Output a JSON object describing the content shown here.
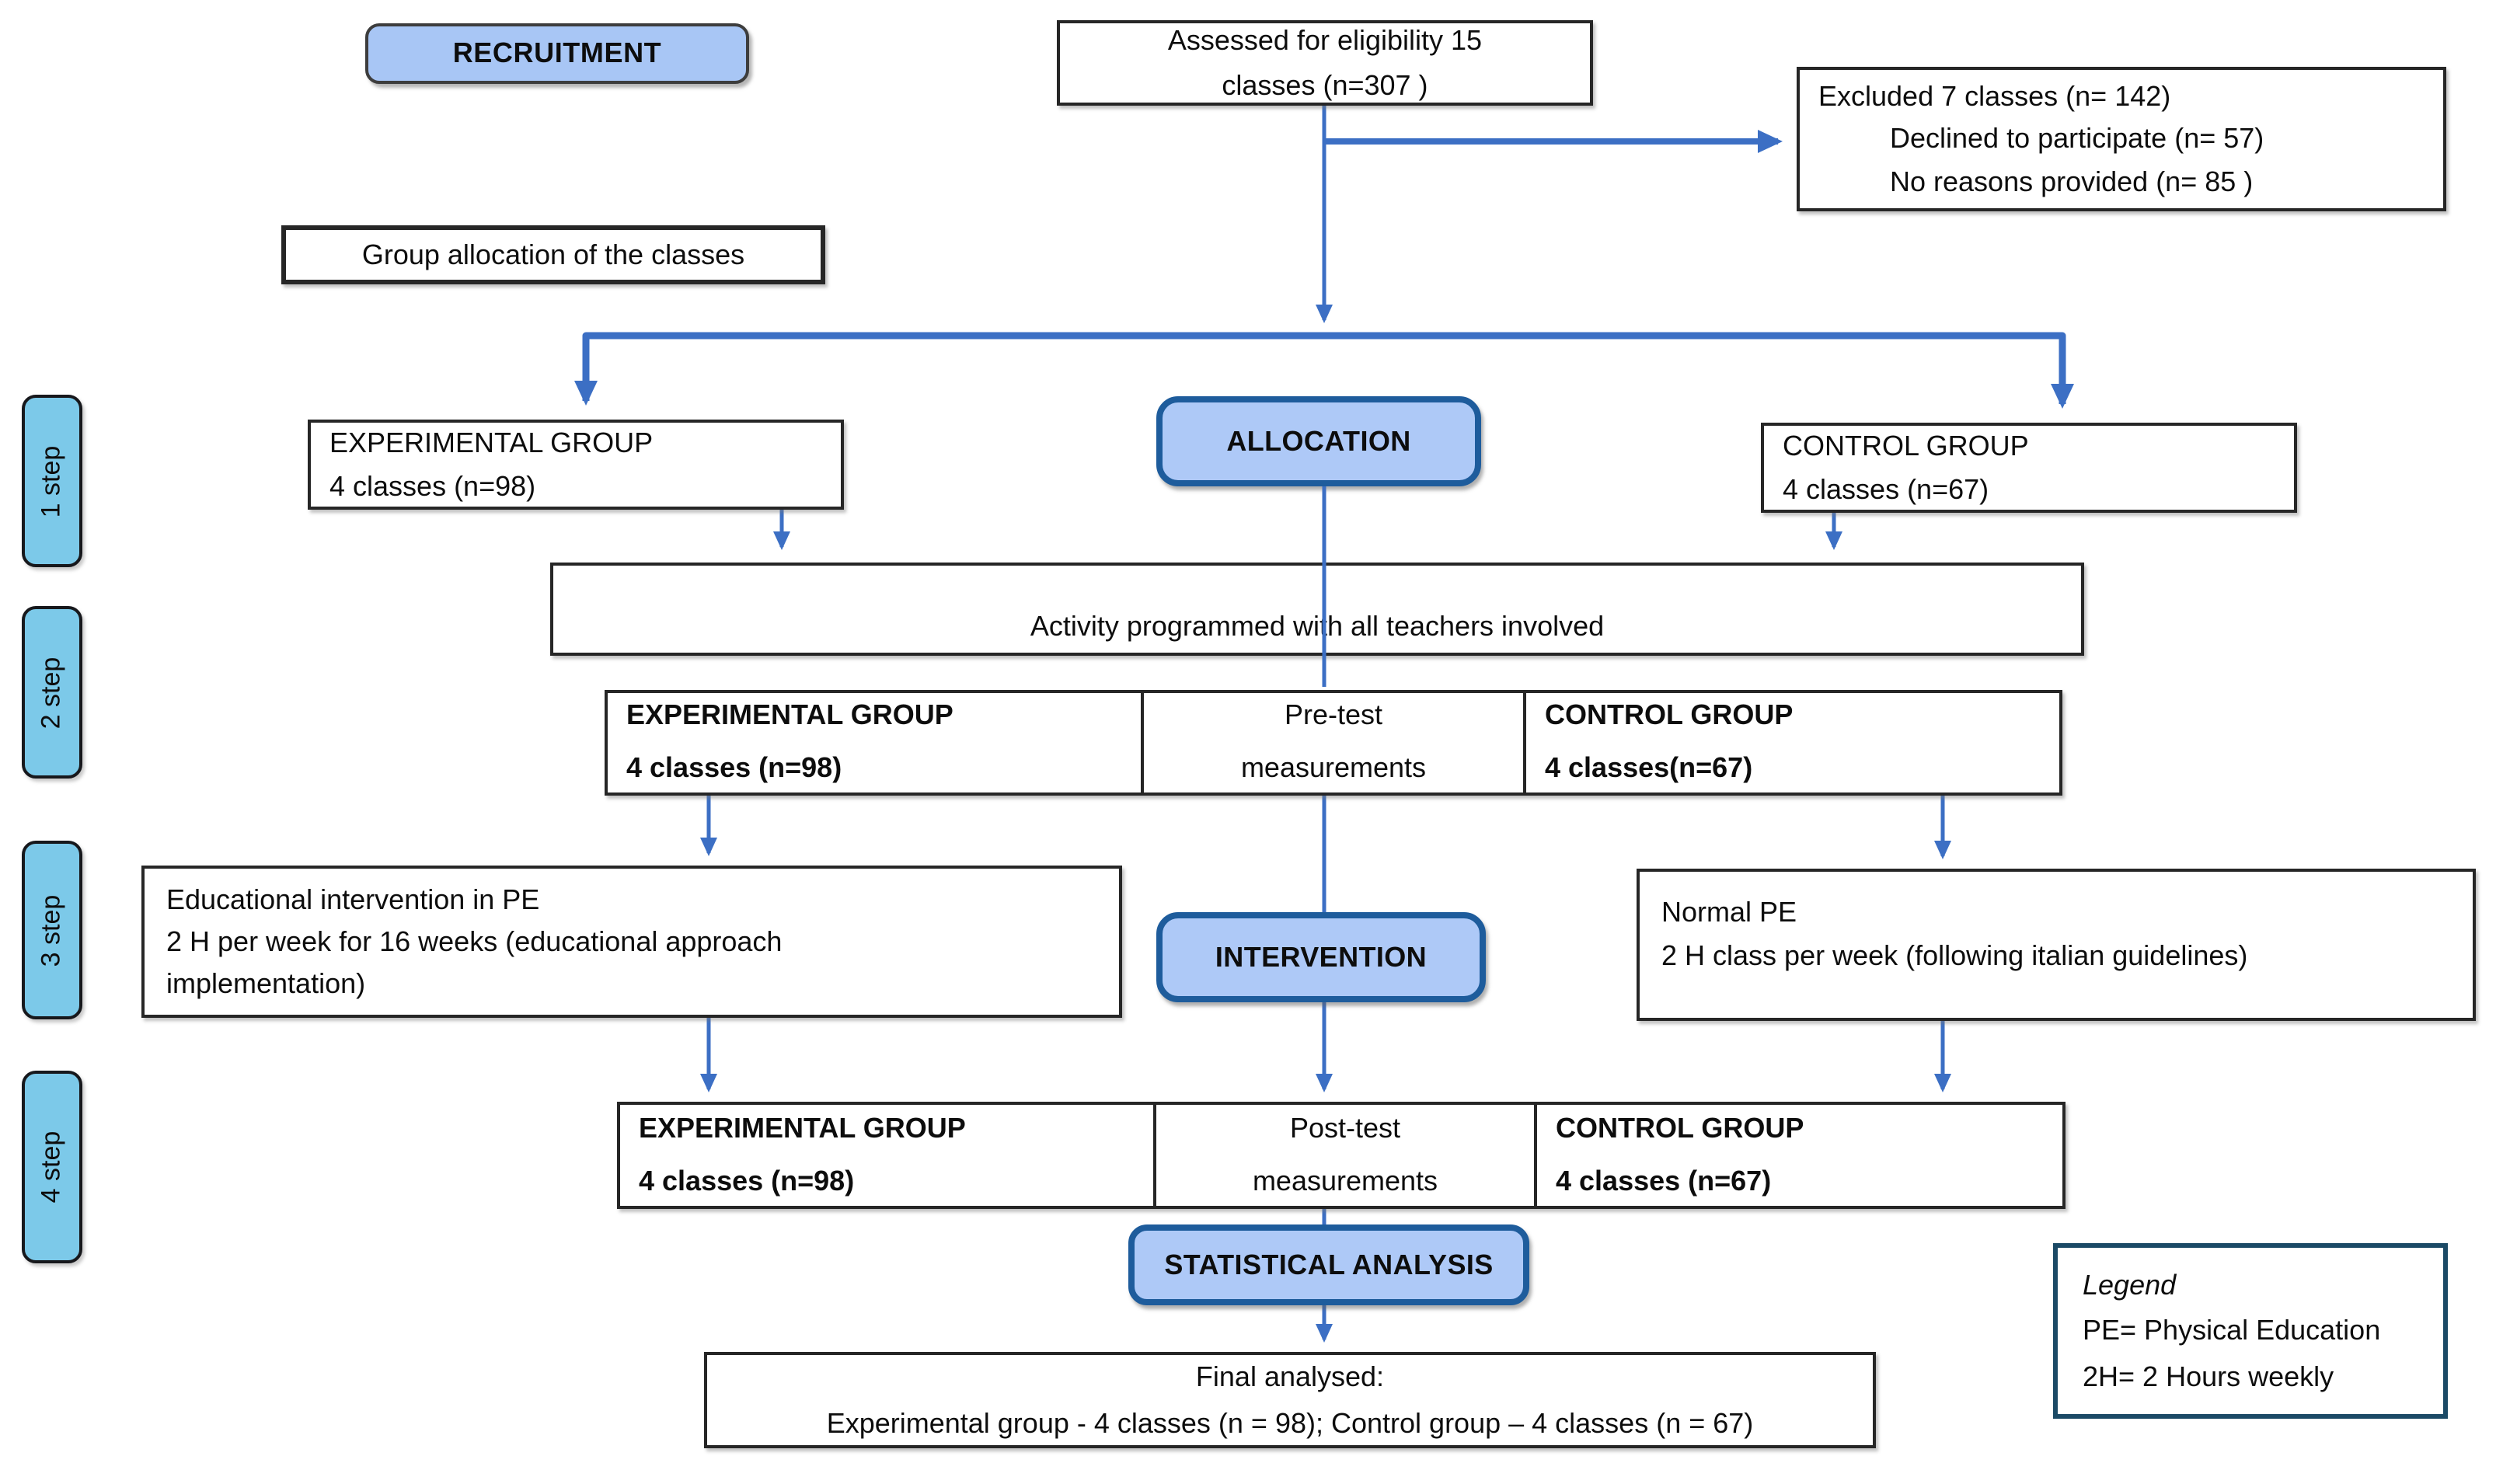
{
  "diagram": {
    "stages": {
      "recruitment": "RECRUITMENT",
      "allocation": "ALLOCATION",
      "intervention": "INTERVENTION",
      "statistical_analysis": "STATISTICAL ANALYSIS"
    },
    "steps": [
      "1 step",
      "2 step",
      "3 step",
      "4 step"
    ],
    "boxes": {
      "assessed": [
        "Assessed for eligibility 15",
        "classes (n=307 )"
      ],
      "excluded": [
        "Excluded 7 classes (n= 142)",
        "Declined to participate (n= 57)",
        "No reasons provided (n= 85 )"
      ],
      "group_allocation": "Group allocation of the classes",
      "experimental_allocated": [
        "EXPERIMENTAL GROUP",
        "4 classes (n=98)"
      ],
      "control_allocated": [
        "CONTROL GROUP",
        "4 classes (n=67)"
      ],
      "activity": "Activity programmed with all teachers involved",
      "pretest": {
        "left": [
          "EXPERIMENTAL GROUP",
          "4 classes (n=98)"
        ],
        "center": [
          "Pre-test",
          "measurements"
        ],
        "right": [
          "CONTROL GROUP",
          "4 classes(n=67)"
        ]
      },
      "educational_intervention": [
        "Educational intervention in PE",
        "2 H per week for 16 weeks (educational approach",
        "implementation)"
      ],
      "normal_pe": [
        "Normal PE",
        "2 H class per week (following italian guidelines)"
      ],
      "posttest": {
        "left": [
          "EXPERIMENTAL GROUP",
          "4 classes (n=98)"
        ],
        "center": [
          "Post-test",
          "measurements"
        ],
        "right": [
          "CONTROL GROUP",
          "4 classes (n=67)"
        ]
      },
      "final_analysed": [
        "Final analysed:",
        "Experimental group - 4 classes (n = 98); Control group – 4 classes (n = 67)"
      ]
    },
    "legend": {
      "title": "Legend",
      "items": [
        "PE= Physical Education",
        "2H= 2 Hours weekly"
      ]
    },
    "colors": {
      "arrow_blue": "#3C6FC4",
      "stage_badge_fill": "#AEC9F7",
      "stage_badge_border": "#1E5C9C",
      "recruitment_badge_fill": "#A8C6F5",
      "step_badge_fill": "#7CC9E9",
      "legend_border": "#1B4A66",
      "box_border": "#262626"
    }
  }
}
